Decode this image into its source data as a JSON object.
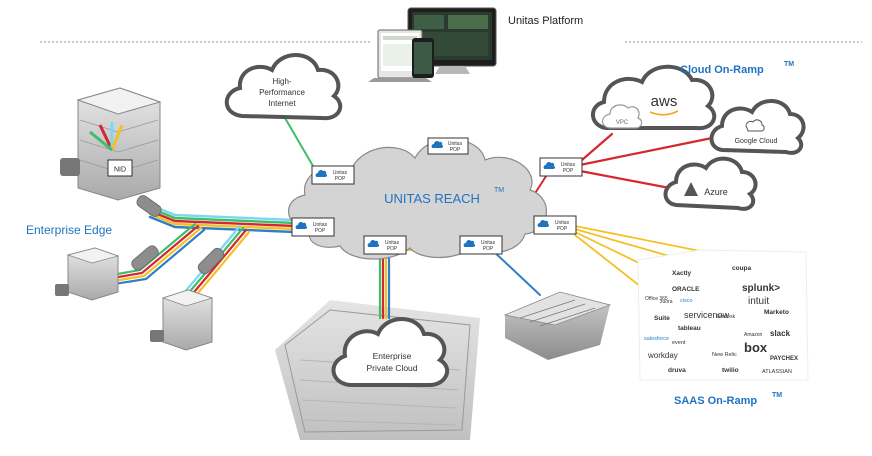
{
  "platform": {
    "label": "Unitas Platform"
  },
  "core_cloud": {
    "label": "UNITAS REACH",
    "tm": "TM"
  },
  "internet_cloud": {
    "line1": "High-",
    "line2": "Performance",
    "line3": "Internet"
  },
  "private_cloud": {
    "line1": "Enterprise",
    "line2": "Private Cloud"
  },
  "cloud_onramp": {
    "label": "Cloud  On-Ramp",
    "tm": "TM"
  },
  "saas_onramp": {
    "label": "SAAS On-Ramp",
    "tm": "TM"
  },
  "enterprise_edge": {
    "label": "Enterprise Edge"
  },
  "nid": {
    "label": "NID"
  },
  "pop": {
    "line1": "Unitas",
    "line2": "POP"
  },
  "providers": {
    "aws": "aws",
    "vpc": "VPC",
    "google": "Google Cloud",
    "azure": "Azure"
  },
  "saas_logos": [
    "Xactly",
    "coupa",
    "ORACLE",
    "splunk>",
    "Office 365",
    "cisco",
    "intuit",
    "Suite",
    "servicenow",
    "Marketo",
    "salesforce",
    "tableau",
    "slack",
    "workday",
    "box",
    "PAYCHEX",
    "druva",
    "twilio",
    "ATLASSIAN",
    "New Relic",
    "zuora",
    "Zendesk",
    "event",
    "Amazon"
  ],
  "colors": {
    "link_red": "#d5282e",
    "link_green": "#3dbf6a",
    "link_blue": "#2f7fc6",
    "link_yellow": "#f5c026",
    "link_cyan": "#7fd6f0",
    "label_blue": "#1f73c1",
    "cloud_grey": "#d4d4d4"
  }
}
